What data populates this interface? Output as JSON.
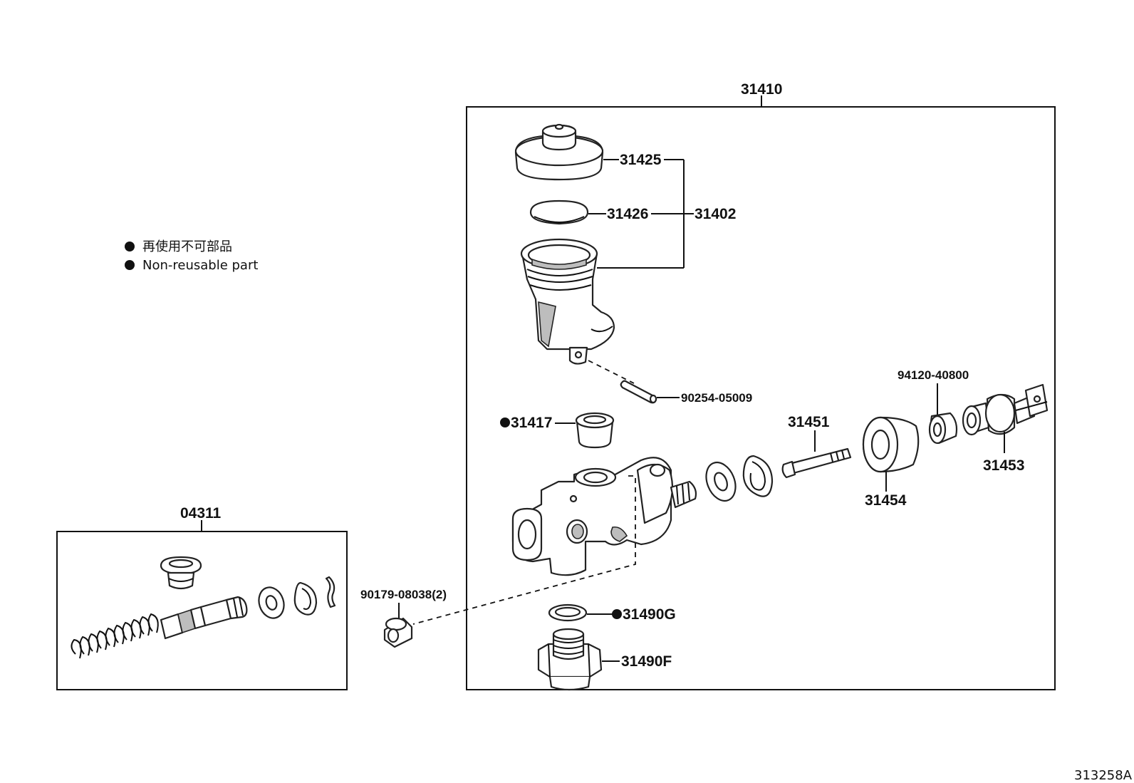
{
  "legend": {
    "line1": "再使用不可部品",
    "line2": "Non-reusable part"
  },
  "assemblies": {
    "master_cylinder": "31410",
    "repair_kit": "04311",
    "reservoir": "31402"
  },
  "parts": {
    "p31425": "31425",
    "p31426": "31426",
    "p90254": "90254-05009",
    "p31417": "31417",
    "p94120": "94120-40800",
    "p31451": "31451",
    "p31453": "31453",
    "p31454": "31454",
    "p90179": "90179-08038(2)",
    "p31490G": "31490G",
    "p31490F": "31490F"
  },
  "figure_id": "313258A",
  "colors": {
    "ink": "#111111",
    "shade": "#bdbdbd",
    "background": "#ffffff"
  }
}
